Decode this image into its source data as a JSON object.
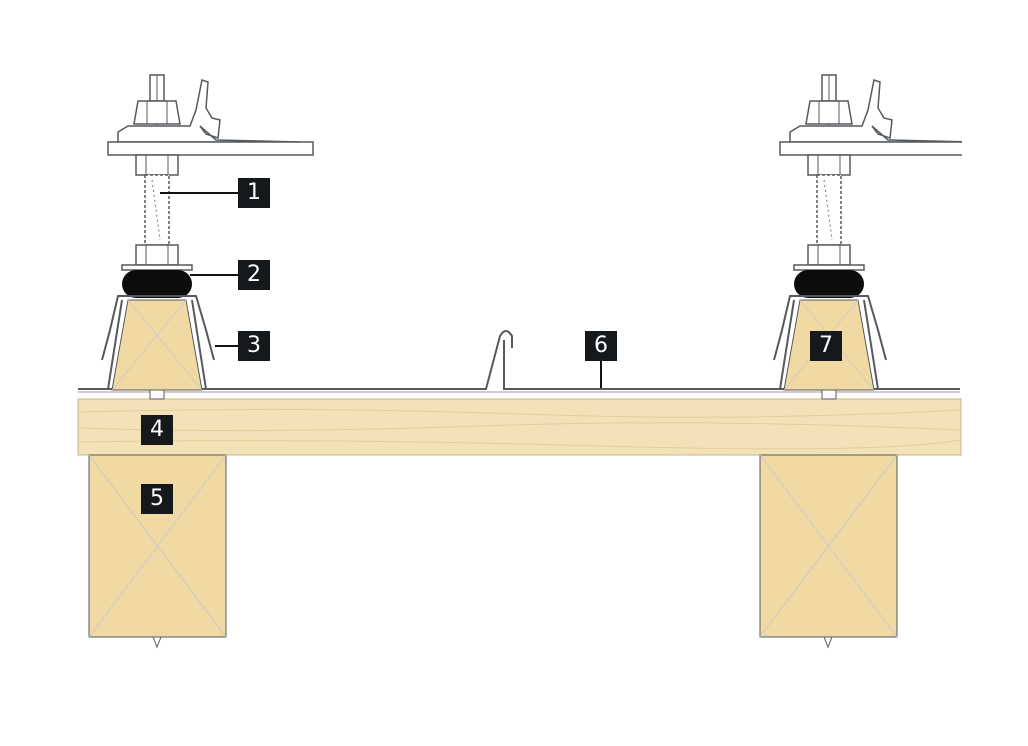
{
  "diagram": {
    "labels": [
      "1",
      "2",
      "3",
      "4",
      "5",
      "6",
      "7"
    ],
    "colors": {
      "wood": "#f0d9a2",
      "metal_line": "#555a5f",
      "label_bg": "#16191b",
      "pad": "#0c0c0c"
    }
  }
}
